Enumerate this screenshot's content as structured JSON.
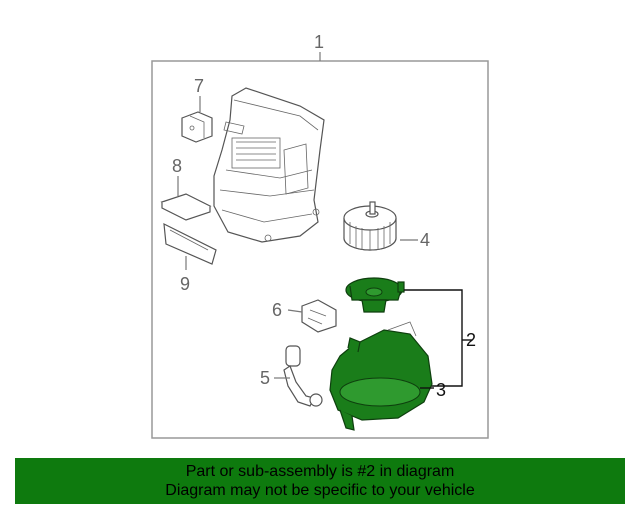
{
  "callouts": {
    "c1": "1",
    "c2": "2",
    "c3": "3",
    "c4": "4",
    "c5": "5",
    "c6": "6",
    "c7": "7",
    "c8": "8",
    "c9": "9"
  },
  "banner": {
    "line1": "Part or sub-assembly is #2 in diagram",
    "line2": "Diagram may not be specific to your vehicle"
  },
  "colors": {
    "highlight": "#1a7d1a",
    "banner": "#0e7a0e",
    "frame": "#999999"
  }
}
